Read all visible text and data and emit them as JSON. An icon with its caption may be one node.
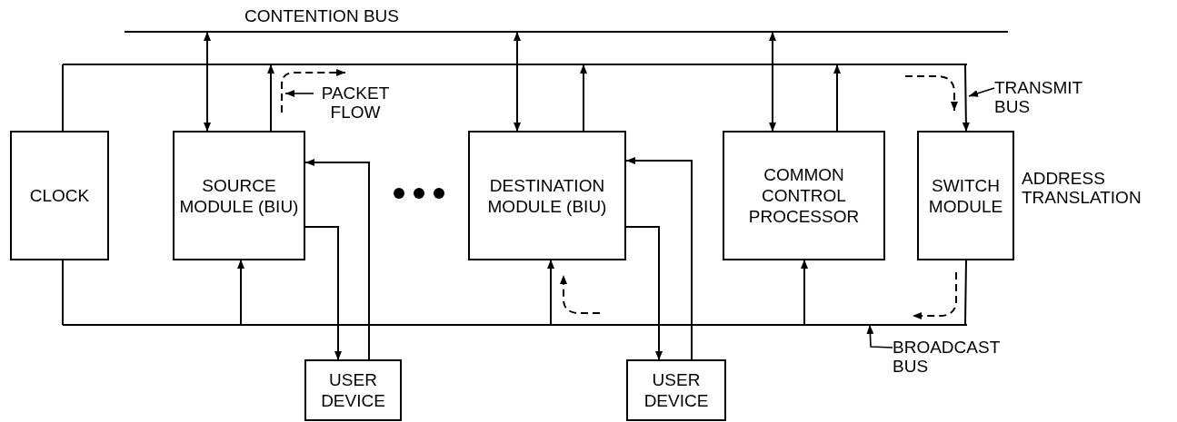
{
  "diagram": {
    "nodes": [
      {
        "text": [
          "CONTENTION BUS"
        ]
      },
      {
        "text": [],
        "shape": "line"
      },
      {
        "text": [],
        "shape": "line"
      },
      {
        "text": [
          "CLOCK"
        ]
      },
      {
        "text": [
          "SOURCE MODULE (BIU)"
        ]
      },
      {
        "text": [
          "DESTINATION MODULE (BIU)"
        ]
      },
      {
        "text": [
          "COMMON CONTROL PROCESSOR"
        ]
      },
      {
        "text": [
          "SWITCH MODULE"
        ],
        "beside": [
          "ADDRESS TRANSLATION"
        ]
      },
      {
        "text": [
          "USER DEVICE"
        ]
      },
      {
        "text": [
          "USER DEVICE"
        ]
      },
      {
        "text": [
          "PACKET FLOW"
        ]
      },
      {
        "text": [
          "TRANSMIT BUS"
        ]
      },
      {
        "text": [
          "BROADCAST BUS"
        ]
      }
    ],
    "edges": [
      {
        "from": 0,
        "to": 4,
        "arrow": "both"
      },
      {
        "from": 0,
        "to": 5,
        "arrow": "both"
      },
      {
        "from": 0,
        "to": 6,
        "arrow": "both"
      },
      {
        "from": 4,
        "to": 1,
        "arrow": "to"
      },
      {
        "from": 5,
        "to": 1,
        "arrow": "to"
      },
      {
        "from": 6,
        "to": 1,
        "arrow": "to"
      },
      {
        "from": 1,
        "to": 7,
        "arrow": "to"
      },
      {
        "from": 3,
        "to": 1,
        "arrow": "none"
      },
      {
        "from": 3,
        "to": 2,
        "arrow": "none"
      },
      {
        "from": 2,
        "to": 4,
        "arrow": "to"
      },
      {
        "from": 2,
        "to": 5,
        "arrow": "to"
      },
      {
        "from": 2,
        "to": 6,
        "arrow": "to"
      },
      {
        "from": 7,
        "to": 2,
        "arrow": "none"
      },
      {
        "from": 4,
        "to": 8,
        "arrow": "to"
      },
      {
        "from": 8,
        "to": 4,
        "arrow": "to"
      },
      {
        "from": 5,
        "to": 9,
        "arrow": "to"
      },
      {
        "from": 9,
        "to": 5,
        "arrow": "to"
      },
      {
        "from": 10,
        "to": null,
        "arrow": "to"
      },
      {
        "from": 11,
        "to": null,
        "arrow": "to"
      },
      {
        "from": 12,
        "to": 2,
        "arrow": "to"
      }
    ]
  }
}
